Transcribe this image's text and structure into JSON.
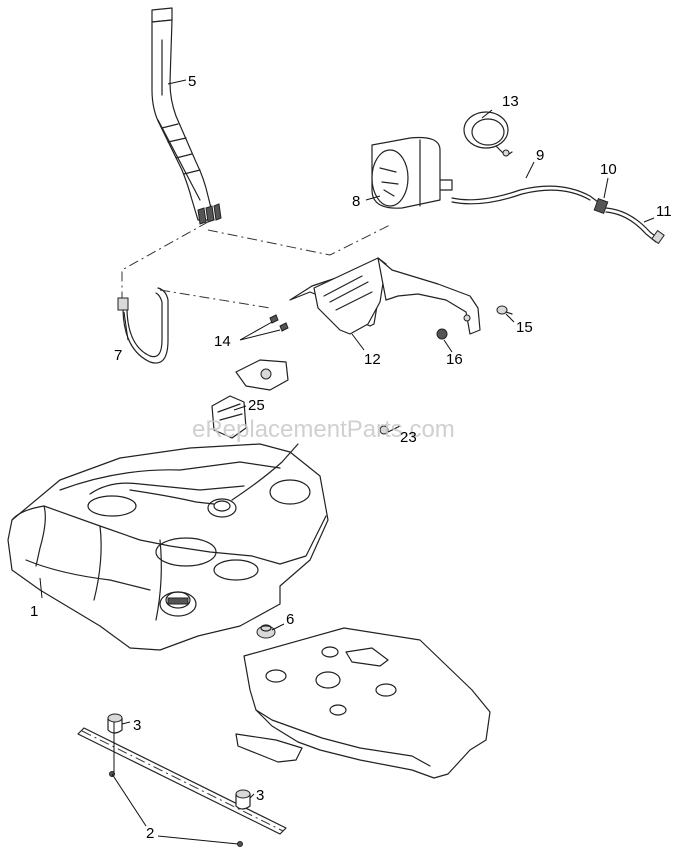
{
  "watermark": "eReplacementParts.com",
  "callouts": {
    "c1": "1",
    "c2": "2",
    "c3a": "3",
    "c3b": "3",
    "c5": "5",
    "c6": "6",
    "c7": "7",
    "c8": "8",
    "c9": "9",
    "c10": "10",
    "c11": "11",
    "c12": "12",
    "c13": "13",
    "c14": "14",
    "c15": "15",
    "c16": "16",
    "c23": "23",
    "c25": "25"
  }
}
